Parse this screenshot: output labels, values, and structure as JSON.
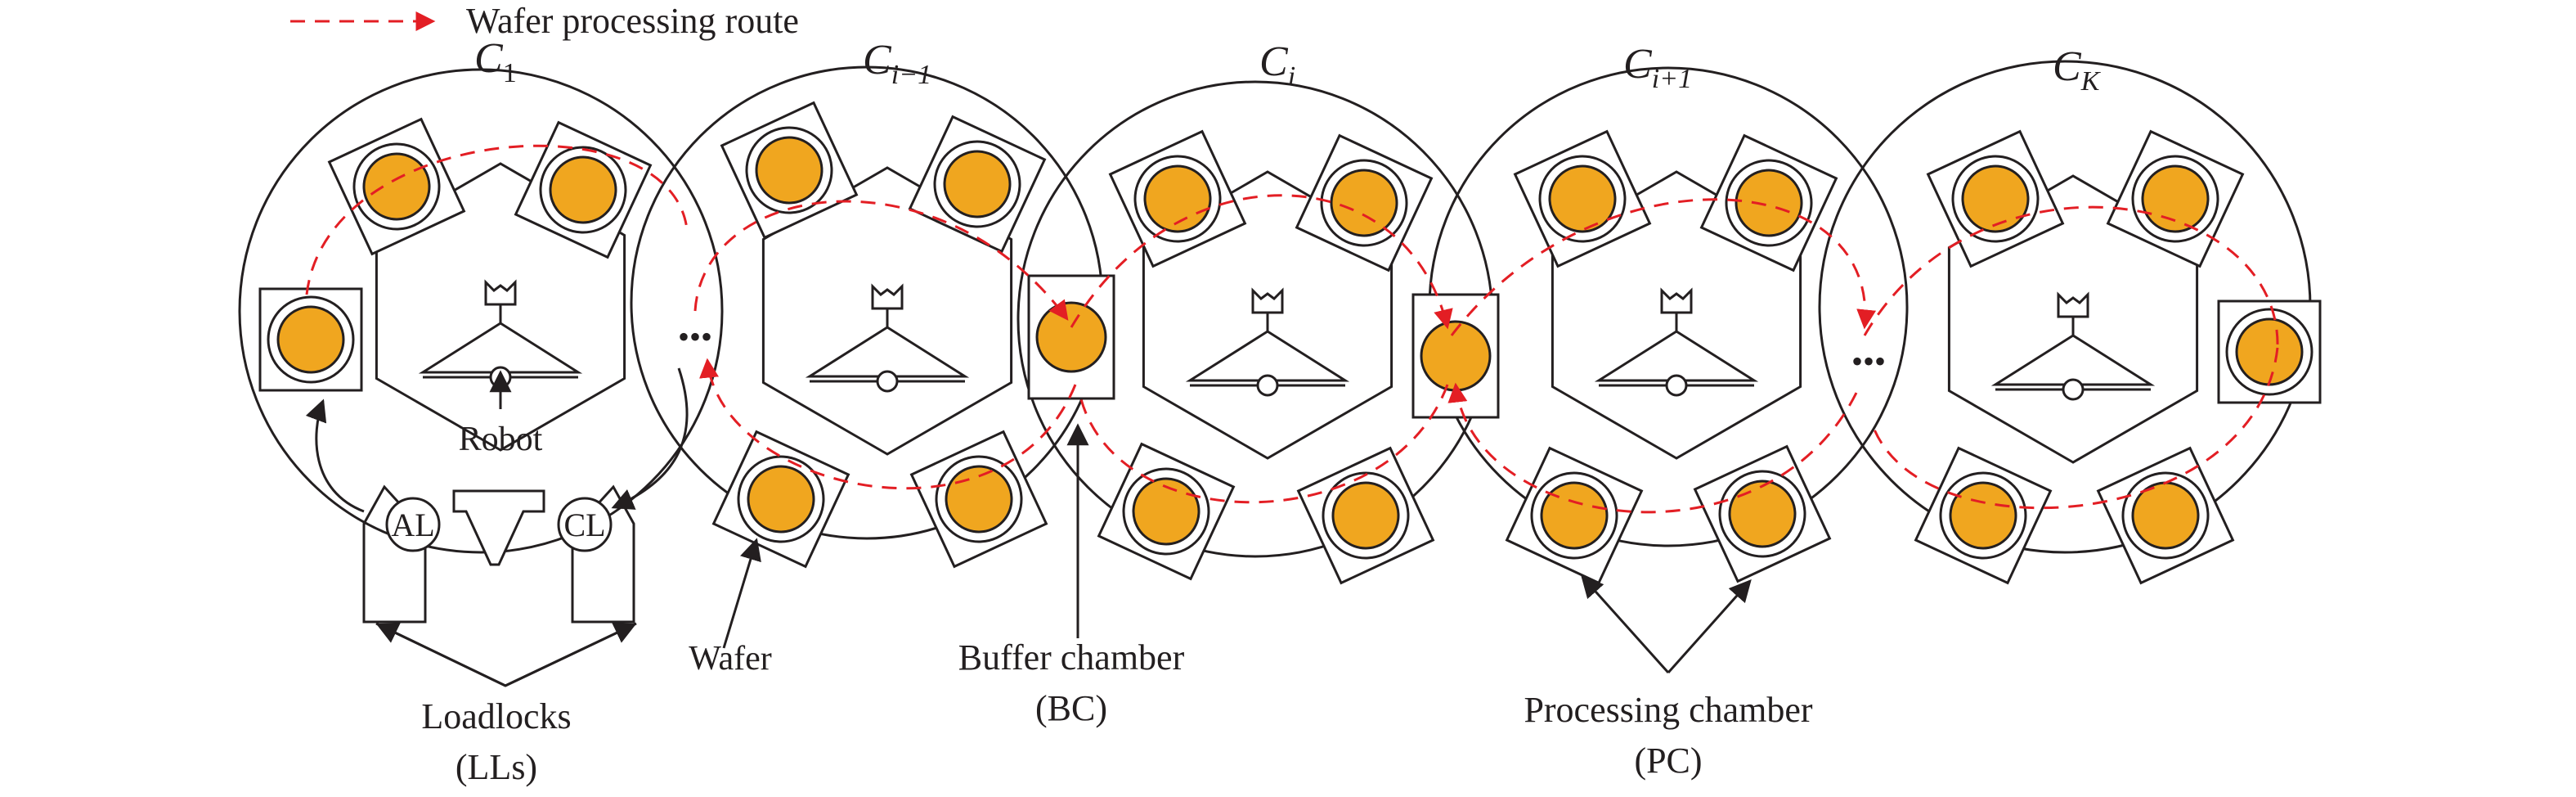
{
  "legend": {
    "route_label": "Wafer processing route"
  },
  "clusters": [
    {
      "id": "c1",
      "main": "C",
      "sub": "1"
    },
    {
      "id": "ci-1",
      "main": "C",
      "sub": "i−1"
    },
    {
      "id": "ci",
      "main": "C",
      "sub": "i"
    },
    {
      "id": "ci+1",
      "main": "C",
      "sub": "i+1"
    },
    {
      "id": "ck",
      "main": "C",
      "sub": "K"
    }
  ],
  "labels": {
    "robot": "Robot",
    "aligner": "AL",
    "cooler": "CL",
    "wafer": "Wafer",
    "buffer_line1": "Buffer chamber",
    "buffer_line2": "(BC)",
    "loadlocks_line1": "Loadlocks",
    "loadlocks_line2": "(LLs)",
    "processing_line1": "Processing chamber",
    "processing_line2": "(PC)",
    "ellipsis": "•••"
  },
  "colors": {
    "wafer_fill": "#f0a61f",
    "route": "#e31e24",
    "stroke": "#231f20"
  }
}
